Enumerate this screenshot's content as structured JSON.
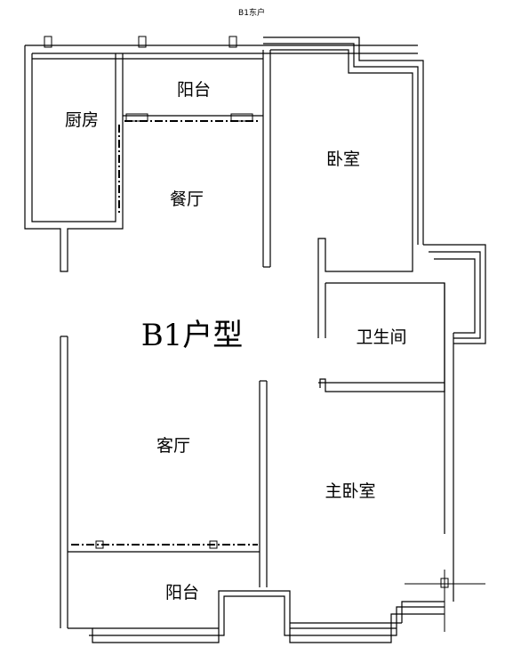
{
  "caption": "B1东户",
  "unit_type": "B1户型",
  "rooms": {
    "kitchen": "厨房",
    "balcony_top": "阳台",
    "dining": "餐厅",
    "bedroom": "卧室",
    "bathroom": "卫生间",
    "living": "客厅",
    "master_bedroom": "主卧室",
    "balcony_bottom": "阳台"
  }
}
